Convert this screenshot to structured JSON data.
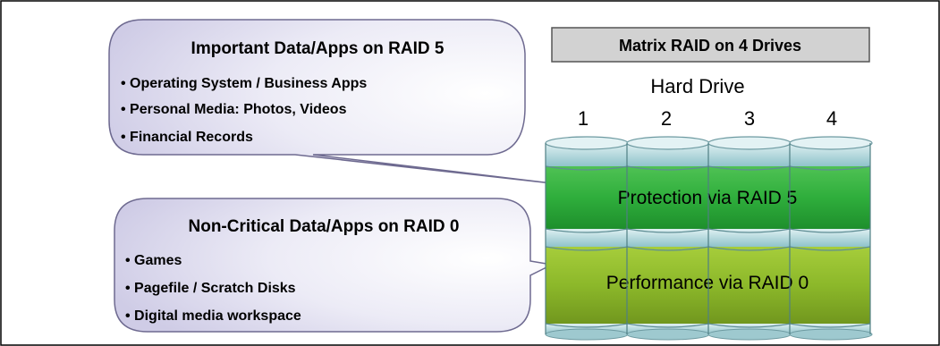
{
  "callout_raid5": {
    "title": "Important Data/Apps on RAID 5",
    "items": [
      "• Operating System / Business Apps",
      "• Personal Media: Photos, Videos",
      "• Financial Records"
    ]
  },
  "callout_raid0": {
    "title": "Non-Critical Data/Apps on RAID 0",
    "items": [
      "• Games",
      "• Pagefile / Scratch Disks",
      "• Digital media workspace"
    ]
  },
  "matrix": {
    "title": "Matrix RAID on 4 Drives",
    "drive_label": "Hard Drive",
    "drives": [
      "1",
      "2",
      "3",
      "4"
    ],
    "protection_label": "Protection via RAID 5",
    "performance_label": "Performance via RAID 0"
  },
  "colors": {
    "raid5_band": "#2fae3c",
    "raid0_band": "#8cb82a",
    "cylinder_cap": "#a9d3d8",
    "bubble_fill": "#e4e2f2",
    "title_box": "#d2d2d2"
  }
}
